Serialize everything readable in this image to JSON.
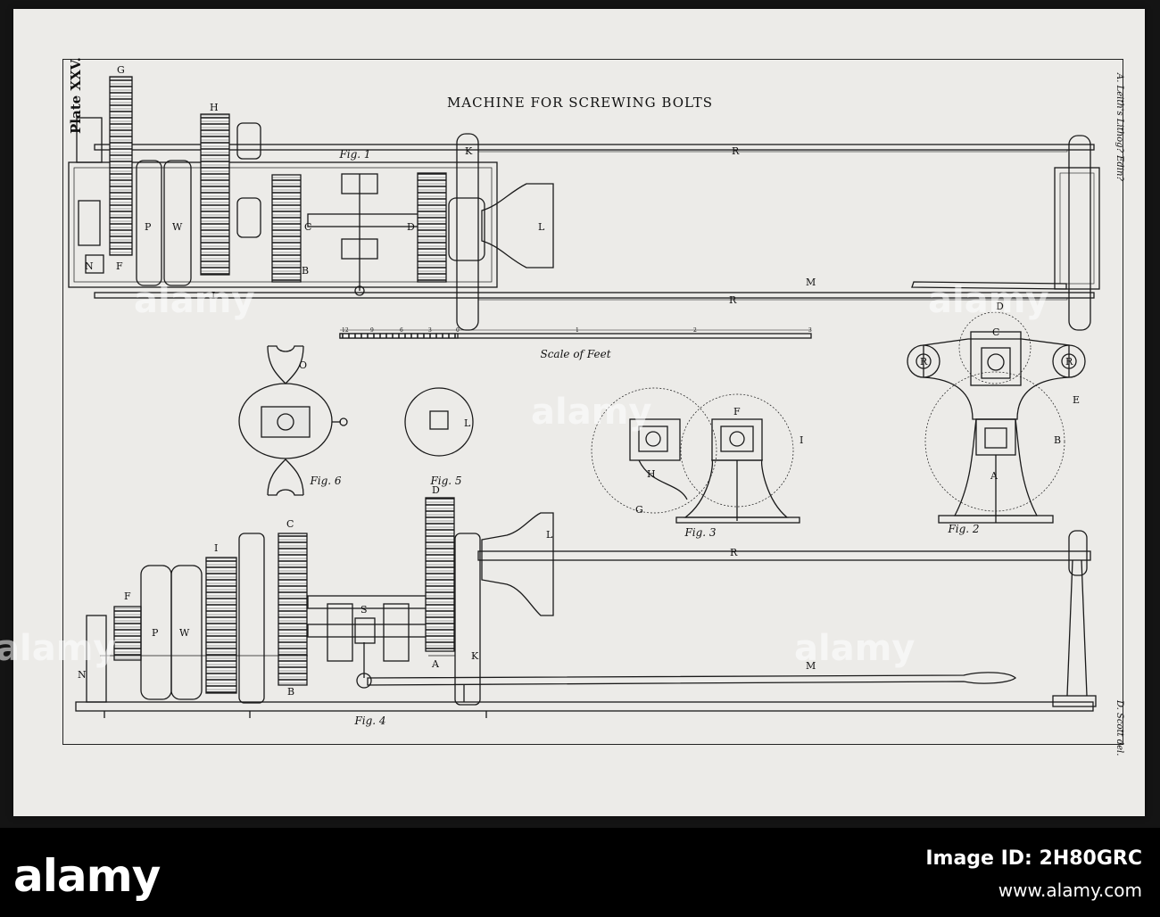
{
  "plate": {
    "title": "MACHINE FOR SCREWING BOLTS",
    "plate_number": "Plate XXV.",
    "lithographer": "A. Leith's Lithog? Edin?",
    "draughtsman": "D. Scott del.",
    "scale_caption": "Scale of Feet",
    "scale_ticks": [
      "12",
      "9",
      "6",
      "3",
      "0",
      "1",
      "2",
      "3"
    ]
  },
  "figures": {
    "fig1": "Fig. 1",
    "fig2": "Fig. 2",
    "fig3": "Fig. 3",
    "fig4": "Fig. 4",
    "fig5": "Fig. 5",
    "fig6": "Fig. 6"
  },
  "letters": {
    "G": "G",
    "H": "H",
    "K": "K",
    "R": "R",
    "F": "F",
    "N": "N",
    "P": "P",
    "W": "W",
    "I": "I",
    "C": "C",
    "B": "B",
    "D": "D",
    "L": "L",
    "M": "M",
    "O": "O",
    "E": "E",
    "A": "A",
    "S": "S"
  },
  "watermark": "alamy",
  "footer": {
    "logo": "alamy",
    "image_id": "Image ID: 2H80GRC",
    "site": "www.alamy.com"
  },
  "colors": {
    "paper": "#ecebe8",
    "ink": "#111111",
    "strip": "#000000"
  }
}
